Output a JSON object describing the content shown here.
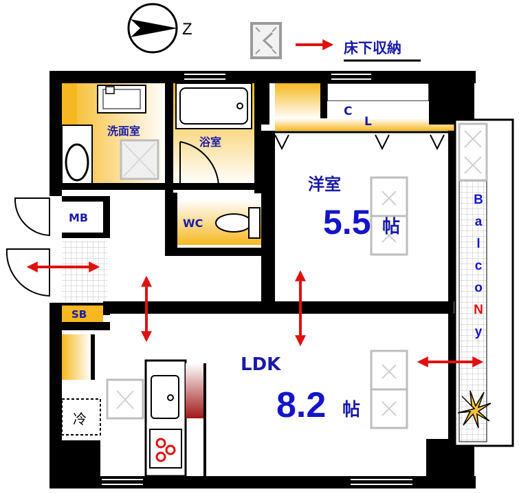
{
  "legend": {
    "compass_letter": "Z",
    "underfloor_storage_label": "床下収納"
  },
  "rooms": {
    "washroom": "洗面室",
    "bath": "浴室",
    "closet_c": "C",
    "closet_l": "L",
    "western_room": "洋室",
    "western_room_size": "5.5",
    "western_room_unit": "帖",
    "mb": "MB",
    "wc": "WC",
    "sb": "SB",
    "ldk": "LDK",
    "ldk_size": "8.2",
    "ldk_unit": "帖",
    "fridge": "冷"
  },
  "balcony": {
    "letters": [
      "B",
      "a",
      "l",
      "c",
      "o",
      "N",
      "y"
    ],
    "letter_colors": [
      "#1414c8",
      "#1414c8",
      "#1414c8",
      "#1414c8",
      "#1414c8",
      "#e01010",
      "#1414c8"
    ]
  },
  "colors": {
    "wall": "#000000",
    "arrow": "#e01010",
    "label": "#1a1aa8",
    "wet_area": "#f7c23a"
  }
}
